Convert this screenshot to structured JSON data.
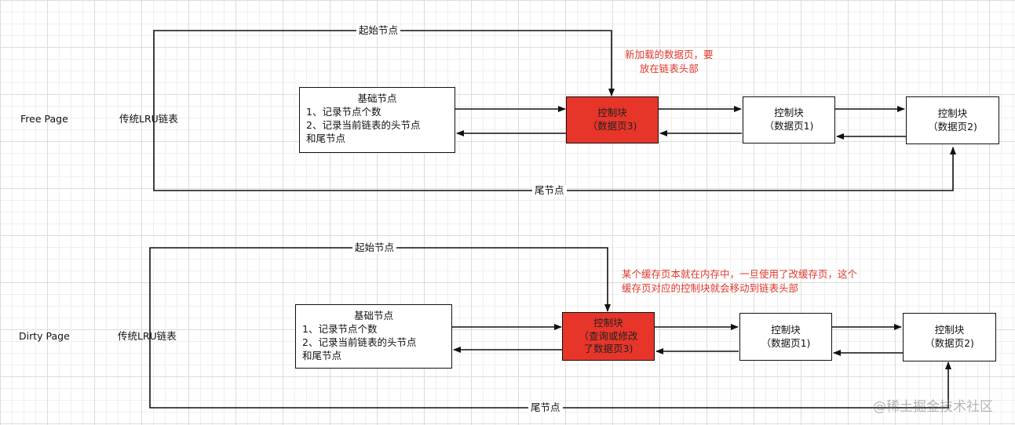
{
  "top": {
    "row_label": "Free Page",
    "list_label": "传统LRU链表",
    "start_label": "起始节点",
    "tail_label": "尾节点",
    "note": [
      "新加载的数据页，要",
      "放在链表头部"
    ],
    "basic_node": {
      "title": "基础节点",
      "lines": [
        "1、记录节点个数",
        "2、记录当前链表的头节点",
        "和尾节点"
      ]
    },
    "red_block": {
      "title": "控制块",
      "lines": [
        "（数据页3)"
      ]
    },
    "block1": {
      "title": "控制块",
      "lines": [
        "（数据页1)"
      ]
    },
    "block2": {
      "title": "控制块",
      "lines": [
        "（数据页2)"
      ]
    }
  },
  "bottom": {
    "row_label": "Dirty Page",
    "list_label": "传统LRU链表",
    "start_label": "起始节点",
    "tail_label": "尾节点",
    "note": [
      "某个缓存页本就在内存中，一旦使用了改缓存页，这个",
      "缓存页对应的控制块就会移动到链表头部"
    ],
    "basic_node": {
      "title": "基础节点",
      "lines": [
        "1、记录节点个数",
        "2、记录当前链表的头节点",
        "和尾节点"
      ]
    },
    "red_block": {
      "title": "控制块",
      "lines": [
        "（查询或修改",
        "了数据页3)"
      ]
    },
    "block1": {
      "title": "控制块",
      "lines": [
        "（数据页1)"
      ]
    },
    "block2": {
      "title": "控制块",
      "lines": [
        "（数据页2)"
      ]
    }
  },
  "watermark": "@稀土掘金技术社区"
}
